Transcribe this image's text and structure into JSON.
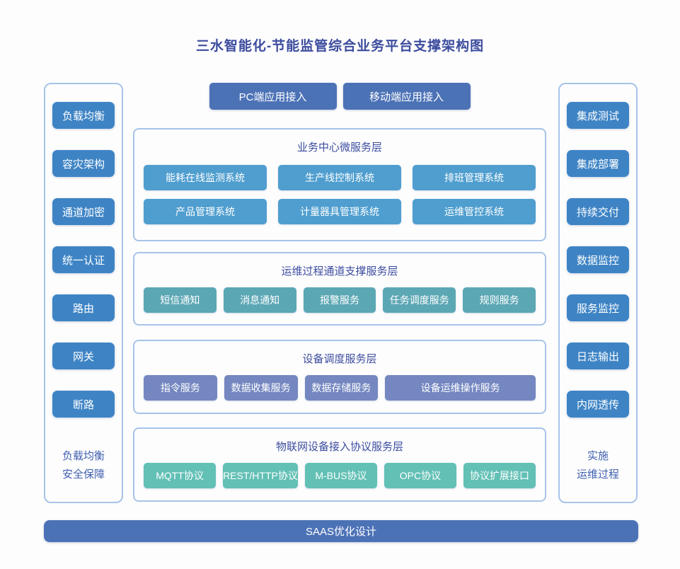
{
  "title": "三水智能化-节能监管综合业务平台支撑架构图",
  "colors": {
    "title_text": "#3c4c9e",
    "layer_title_text": "#3c4c9e",
    "caption_text": "#3f5fae",
    "panel_border": "#a6c4e7",
    "side_button": "#3e84c5",
    "access_button": "#4c72b6",
    "saas_bar": "#4c72b6",
    "layer1_item": "#4f9ecf",
    "layer2_item": "#5ca7b4",
    "layer3_item": "#7487c0",
    "layer4_item": "#62c0b5",
    "item_text": "#ffffff",
    "background": "#fdfdfe"
  },
  "left_panel": {
    "items": [
      "负载均衡",
      "容灾架构",
      "通道加密",
      "统一认证",
      "路由",
      "网关",
      "断路"
    ],
    "caption_lines": [
      "负载均衡",
      "安全保障"
    ]
  },
  "right_panel": {
    "items": [
      "集成测试",
      "集成部署",
      "持续交付",
      "数据监控",
      "服务监控",
      "日志输出",
      "内网透传"
    ],
    "caption_lines": [
      "实施",
      "运维过程"
    ]
  },
  "access_buttons": [
    "PC端应用接入",
    "移动端应用接入"
  ],
  "layers": [
    {
      "title": "业务中心微服务层",
      "items": [
        "能耗在线监测系统",
        "生产线控制系统",
        "排班管理系统",
        "产品管理系统",
        "计量器具管理系统",
        "运维管控系统"
      ]
    },
    {
      "title": "运维过程通道支撑服务层",
      "items": [
        "短信通知",
        "消息通知",
        "报警服务",
        "任务调度服务",
        "规则服务"
      ]
    },
    {
      "title": "设备调度服务层",
      "items": [
        "指令服务",
        "数据收集服务",
        "数据存储服务",
        "设备运维操作服务"
      ]
    },
    {
      "title": "物联网设备接入协议服务层",
      "items": [
        "MQTT协议",
        "REST/HTTP协议",
        "M-BUS协议",
        "OPC协议",
        "协议扩展接口"
      ]
    }
  ],
  "saas_bar_label": "SAAS优化设计"
}
